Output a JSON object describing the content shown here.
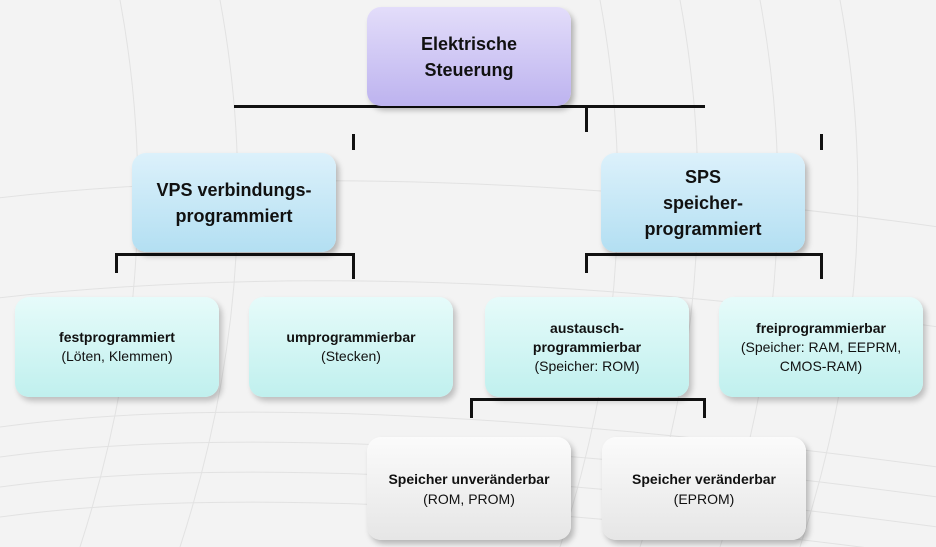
{
  "root": {
    "line1": "Elektrische",
    "line2": "Steuerung"
  },
  "vps": {
    "line1": "VPS verbindungs-",
    "line2": "programmiert"
  },
  "sps": {
    "line1": "SPS",
    "line2": "speicher-",
    "line3": "programmiert"
  },
  "festprogrammiert": {
    "title": "festprogrammiert",
    "detail": "(Löten, Klemmen)"
  },
  "umprogrammierbar": {
    "title": "umprogrammierbar",
    "detail": "(Stecken)"
  },
  "austauschprogrammierbar": {
    "title1": "austausch-",
    "title2": "programmierbar",
    "detail": "(Speicher: ROM)"
  },
  "freiprogrammierbar": {
    "title": "freiprogrammierbar",
    "detail1": "(Speicher: RAM, EEPRM,",
    "detail2": "CMOS-RAM)"
  },
  "speicher_unveraenderbar": {
    "title": "Speicher unveränderbar",
    "detail": "(ROM, PROM)"
  },
  "speicher_veraenderbar": {
    "title": "Speicher veränderbar",
    "detail": "(EPROM)"
  }
}
